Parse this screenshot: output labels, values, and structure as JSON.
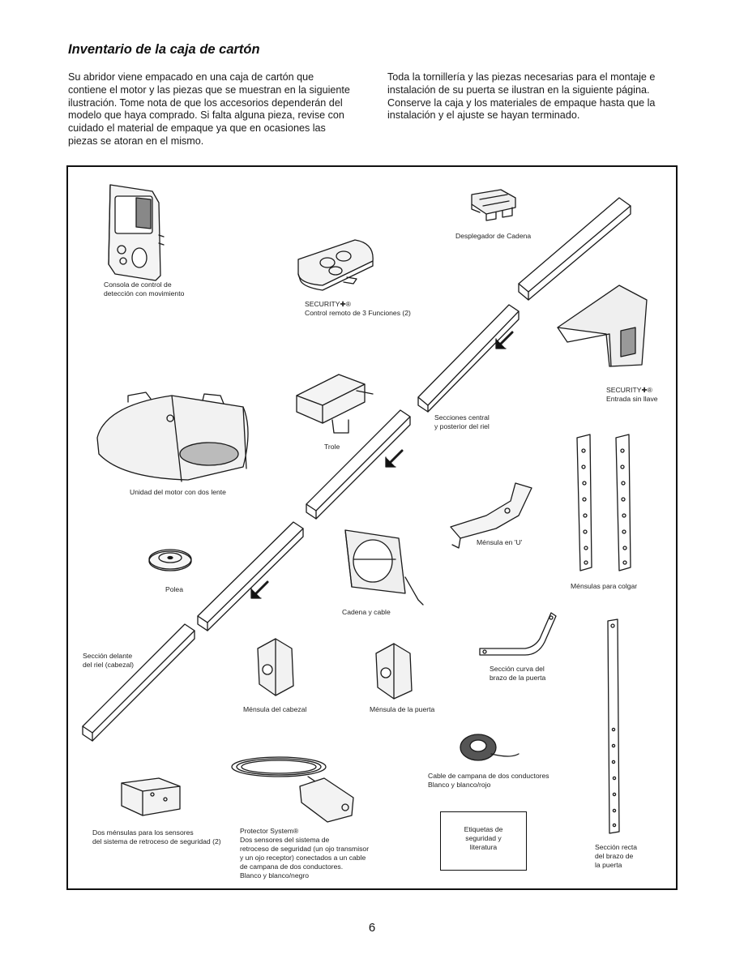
{
  "page": {
    "title": "Inventario de la caja de cartón",
    "para_left": "Su abridor viene empacado en una caja de cartón que contiene el motor y las piezas que se muestran en la siguiente ilustración. Tome nota de que los accesorios dependerán del modelo que haya comprado. Si falta alguna pieza, revise con cuidado el material de empaque ya que en ocasiones las piezas se atoran en el mismo.",
    "para_right": "Toda la tornillería y las piezas necesarias para el montaje e instalación de su puerta se ilustran en la siguiente página. Conserve la caja y los materiales de empaque hasta que la instalación y el ajuste se hayan terminado.",
    "page_number": "6"
  },
  "labels": {
    "console": "Consola de control de\ndetección con movimiento",
    "remote": "SECURITY✚®\nControl remoto de 3 Funciones (2)",
    "chain_spreader": "Desplegador de Cadena",
    "keyless": "SECURITY✚®\nEntrada sin llave",
    "rail_sections": "Secciones central\ny posterior del riel",
    "trolley": "Trole",
    "motor": "Unidad del motor con dos lente",
    "u_bracket": "Ménsula en 'U'",
    "hanging_brackets": "Ménsulas para colgar",
    "pulley": "Polea",
    "chain_cable": "Cadena y cable",
    "front_rail": "Sección delante\ndel riel (cabezal)",
    "header_bracket": "Ménsula del cabezal",
    "door_bracket": "Ménsula de la puerta",
    "curved_arm": "Sección curva del\nbrazo de la puerta",
    "bell_wire": "Cable de campana de dos conductores\nBlanco y blanco/rojo",
    "sensor_brackets": "Dos ménsulas para los sensores\ndel sistema de retroceso de seguridad (2)",
    "protector": "Protector System®\nDos sensores del sistema de\nretroceso de seguridad (un ojo transmisor\ny un ojo receptor) conectados a un cable\nde campana de dos conductores.\nBlanco y blanco/negro",
    "labels_box": "Etiquetas de\nseguridad y\nliteratura",
    "straight_arm": "Sección recta\ndel brazo de\nla puerta"
  }
}
